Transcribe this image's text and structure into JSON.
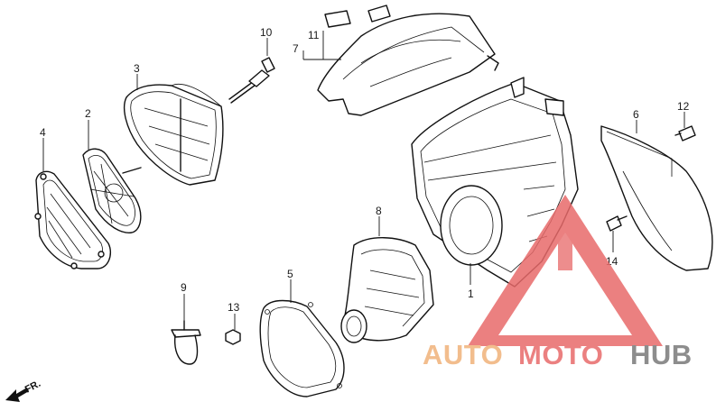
{
  "callouts": {
    "c1": "1",
    "c2": "2",
    "c3": "3",
    "c4": "4",
    "c5": "5",
    "c6": "6",
    "c7": "7",
    "c8": "8",
    "c9": "9",
    "c10": "10",
    "c11": "11",
    "c12": "12",
    "c13": "13",
    "c14": "14"
  },
  "direction_label": "FR.",
  "watermark": {
    "part_a": "AUTO",
    "part_b": "MOTO",
    "part_c": "HUB",
    "colors": {
      "triangle": "#e86a6a",
      "auto": "#f0b27a",
      "moto": "#e86a6a",
      "hub": "#7a7a7a"
    }
  }
}
